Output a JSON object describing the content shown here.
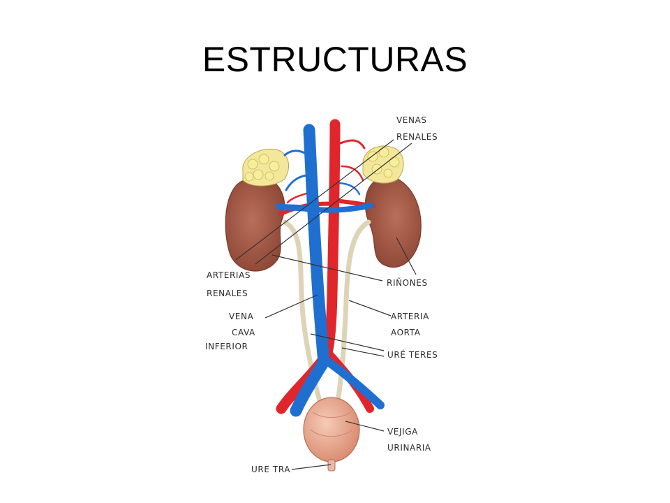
{
  "slide": {
    "title": "ESTRUCTURAS"
  },
  "diagram": {
    "labels": {
      "venas_renales_1": "VENAS",
      "venas_renales_2": "RENALES",
      "arterias_renales_1": "ARTERIAS",
      "arterias_renales_2": "RENALES",
      "rinones": "RIÑONES",
      "vena_cava_1": "VENA",
      "vena_cava_2": "CAVA",
      "vena_cava_3": "INFERIOR",
      "arteria_aorta_1": "ARTERIA",
      "arteria_aorta_2": "AORTA",
      "ureteres": "URÉ TERES",
      "vejiga_1": "VEJIGA",
      "vejiga_2": "URINARIA",
      "uretra": "URE TRA"
    },
    "colors": {
      "vein": "#1f6fd1",
      "artery": "#e0262b",
      "kidney": "#a85a45",
      "adrenal": "#f2e79a",
      "ureter": "#ddd4b8",
      "bladder": "#e7a48a",
      "leader": "#333333"
    }
  }
}
